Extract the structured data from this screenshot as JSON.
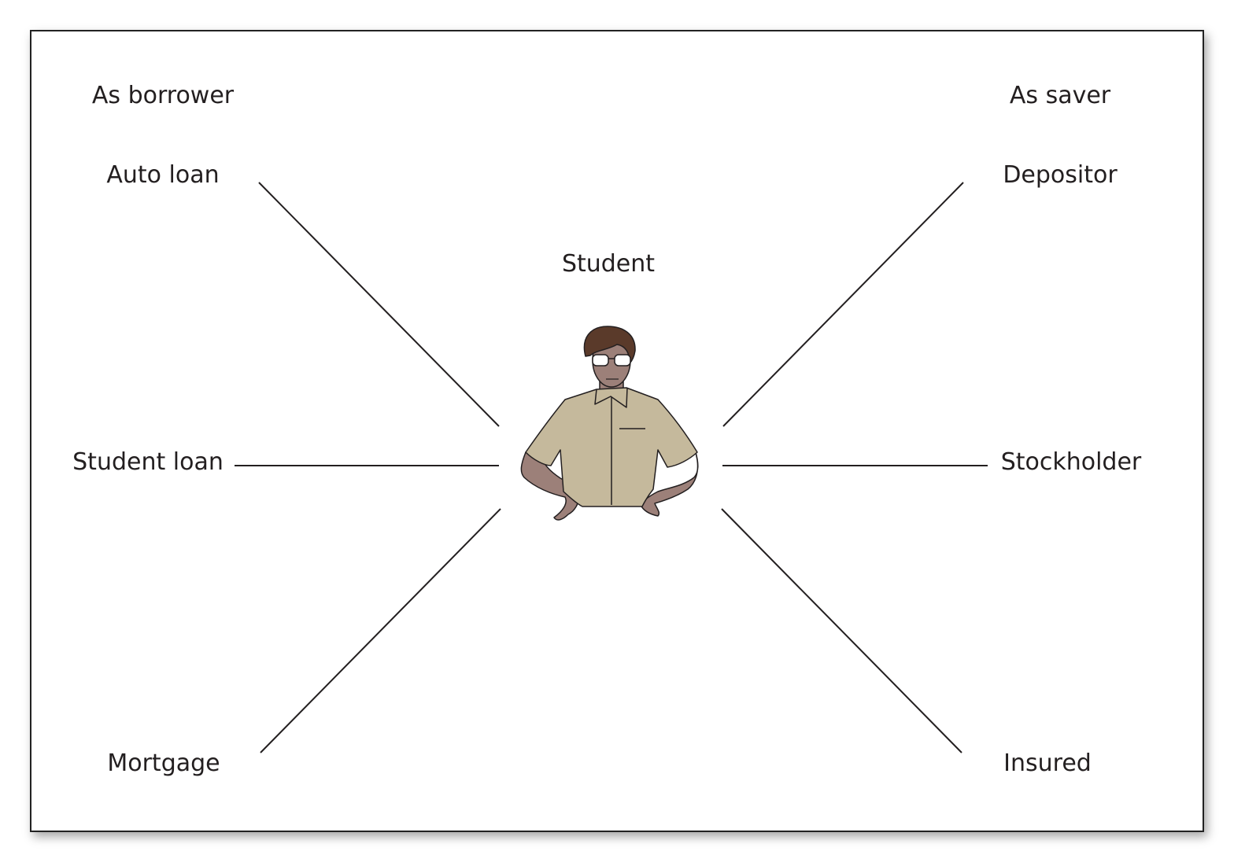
{
  "headings": {
    "left": "As borrower",
    "right": "As saver"
  },
  "center": {
    "label": "Student",
    "figure": "student-figure"
  },
  "borrower_roles": [
    "Auto loan",
    "Student loan",
    "Mortgage"
  ],
  "saver_roles": [
    "Depositor",
    "Stockholder",
    "Insured"
  ],
  "colors": {
    "shirt": "#c5b99c",
    "skin": "#9c8079",
    "hair": "#5a3a2a",
    "line": "#231f20"
  }
}
